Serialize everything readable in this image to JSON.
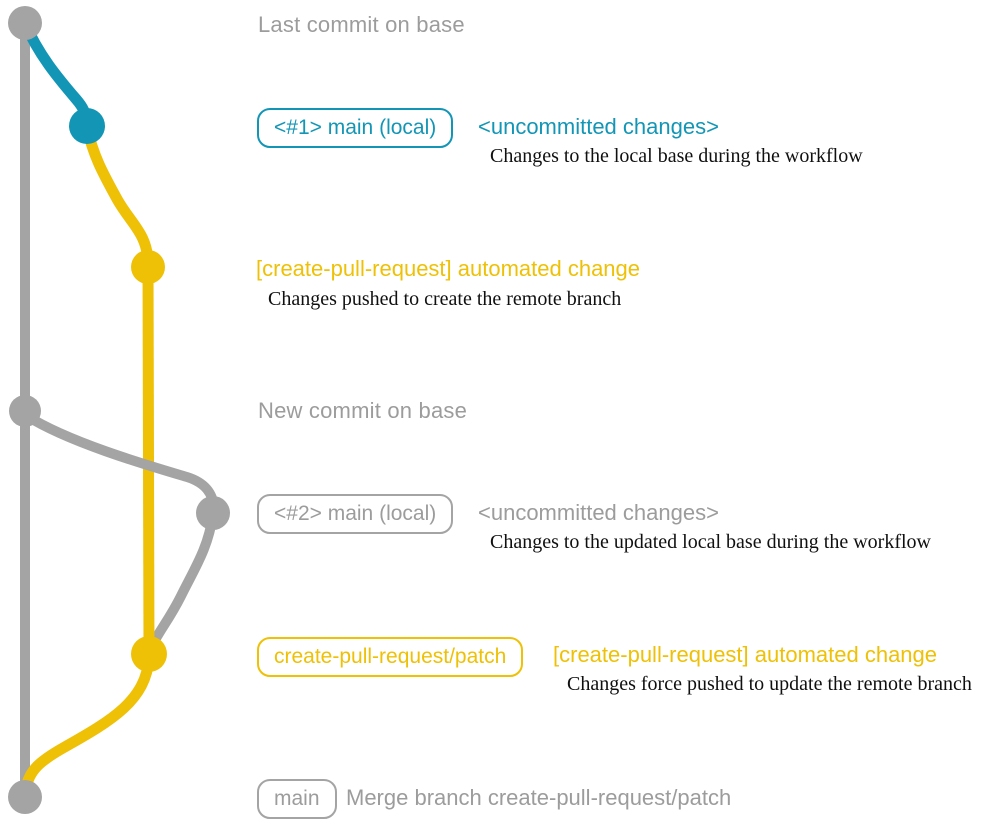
{
  "colors": {
    "teal": "#1396b6",
    "yellow": "#eec107",
    "gray": "#a4a4a4",
    "gray_text": "#9c9c9c",
    "note_text": "#101010"
  },
  "annotations": {
    "last_commit_label": "Last commit on base",
    "new_commit_label": "New commit on base",
    "step1": {
      "branch_badge": "<#1> main (local)",
      "title": "<uncommitted changes>",
      "note": "Changes to the local base during the workflow"
    },
    "step2": {
      "title": "[create-pull-request] automated change",
      "note": "Changes pushed to create the remote branch"
    },
    "step3": {
      "branch_badge": "<#2> main (local)",
      "title": "<uncommitted changes>",
      "note": "Changes to the updated local base during the workflow"
    },
    "step4": {
      "branch_badge": "create-pull-request/patch",
      "title": "[create-pull-request] automated change",
      "note": "Changes force pushed to update the remote branch"
    },
    "step5": {
      "branch_badge": "main",
      "title": "Merge branch create-pull-request/patch"
    }
  }
}
